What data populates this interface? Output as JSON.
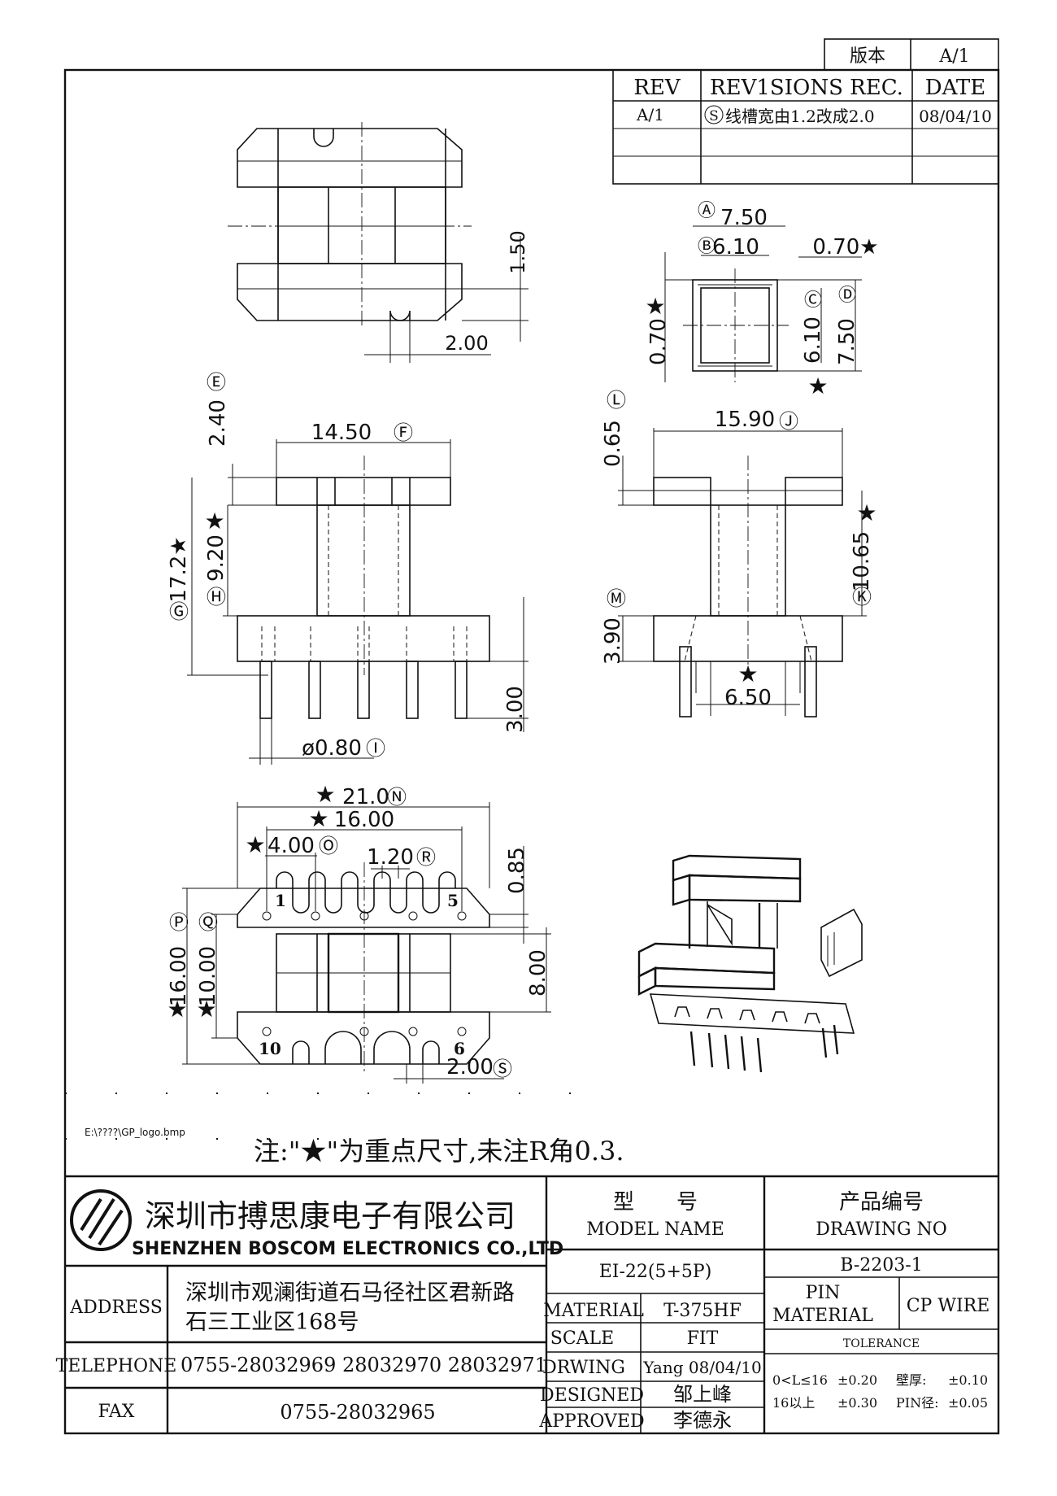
{
  "version_box": {
    "label": "版本",
    "value": "A/1"
  },
  "revision_table": {
    "headers": {
      "rev": "REV",
      "records": "REV1SIONS REC.",
      "date": "DATE"
    },
    "rows": [
      {
        "rev": "A/1",
        "mark": "S",
        "record": "线槽宽由1.2改成2.0",
        "date": "08/04/10"
      }
    ]
  },
  "dimensions": {
    "top_view": {
      "height": "1.50",
      "slot": "2.00"
    },
    "section": {
      "a": "7.50",
      "a_tag": "A",
      "b": "6.10",
      "b_tag": "B",
      "wall_top": "0.70★",
      "wall_left": "0.70",
      "c": "6.10",
      "c_tag": "C",
      "d": "7.50",
      "d_tag": "D"
    },
    "front": {
      "top_h": "2.40",
      "top_h_tag": "E",
      "width": "14.50",
      "width_tag": "F",
      "total_h": "17.2★",
      "total_h_tag": "G",
      "inner_h": "9.20",
      "inner_h_tag": "H",
      "pin_len": "3.00",
      "pin_dia": "ø0.80",
      "pin_dia_tag": "I"
    },
    "side": {
      "top_h": "0.65",
      "top_h_tag": "L",
      "width": "15.90",
      "width_tag": "J",
      "inner_h": "10.65",
      "inner_h_tag": "K",
      "base_h": "3.90",
      "base_h_tag": "M",
      "pin_span": "6.50"
    },
    "bottom": {
      "total_w": "21.0",
      "total_w_tag": "N",
      "pin_span": "16.00",
      "pitch": "4.00",
      "pitch_tag": "O",
      "slot": "1.20",
      "slot_tag": "R",
      "flange_h": "0.85",
      "total_h": "16.00",
      "total_h_tag": "P",
      "inner_h": "10.00",
      "inner_h_tag": "Q",
      "core_h": "8.00",
      "slot2": "2.00",
      "slot2_tag": "S",
      "pin1": "1",
      "pin5": "5",
      "pin10": "10",
      "pin6": "6"
    }
  },
  "logo_path": "E:\\????\\GP_logo.bmp",
  "note": "注:\"★\"为重点尺寸,未注R角0.3.",
  "company": {
    "cn": "深圳市搏思康电子有限公司",
    "en": "SHENZHEN BOSCOM ELECTRONICS CO.,LTD"
  },
  "contact": {
    "address_label": "ADDRESS",
    "address_line1": "深圳市观澜街道石马径社区君新路",
    "address_line2": "石三工业区168号",
    "telephone_label": "TELEPHONE",
    "telephone": "0755-28032969 28032970 28032971",
    "fax_label": "FAX",
    "fax": "0755-28032965"
  },
  "model": {
    "label_cn": "型　　号",
    "label_en": "MODEL NAME",
    "value": "EI-22(5+5P)"
  },
  "drawing_no": {
    "label_cn": "产品编号",
    "label_en": "DRAWING NO",
    "value": "B-2203-1"
  },
  "specs": {
    "material_label": "MATERIAL",
    "material": "T-375HF",
    "scale_label": "SCALE",
    "scale": "FIT",
    "drawing_label": "DRWING",
    "drawing": "Yang 08/04/10",
    "designed_label": "DESIGNED",
    "designed": "邹上峰",
    "approved_label": "APPROVED",
    "approved": "李德永",
    "pin_material_label1": "PIN",
    "pin_material_label2": "MATERIAL",
    "pin_material": "CP WIRE",
    "tolerance_label": "TOLERANCE",
    "tol_r1_cond": "0<L≤16",
    "tol_r1_val": "±0.20",
    "tol_r1_k": "壁厚:",
    "tol_r1_v": "±0.10",
    "tol_r2_cond": "16以上",
    "tol_r2_val": "±0.30",
    "tol_r2_k": "PIN径:",
    "tol_r2_v": "±0.05"
  }
}
